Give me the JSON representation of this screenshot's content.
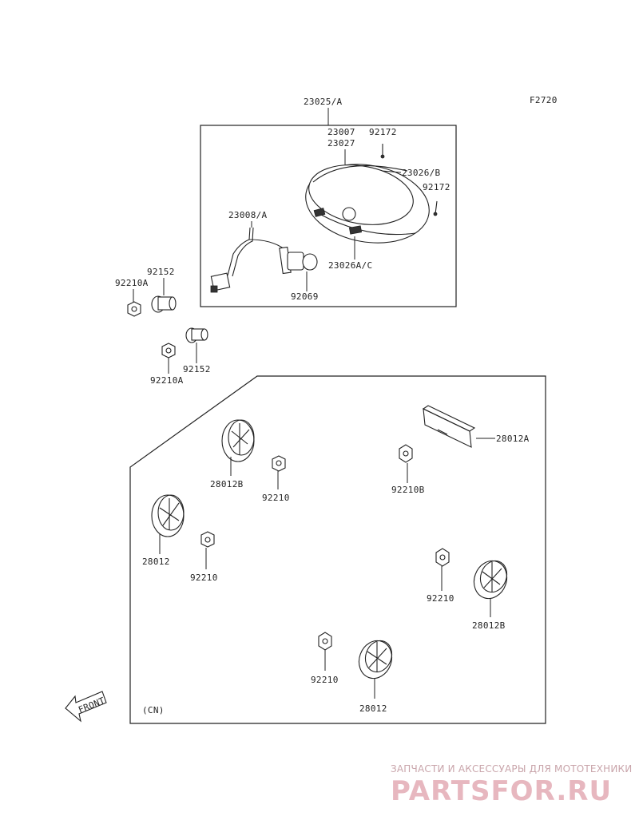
{
  "diagram_code": "F2720",
  "cn_note": "(CN)",
  "front_label": "FRONT",
  "parts": {
    "housing_assy": "23025/A",
    "rim_1": "23007",
    "rim_2": "23027",
    "screw_top": "92172",
    "housing_b": "23026/B",
    "screw_right": "92172",
    "socket": "23008/A",
    "bracket": "23026A/C",
    "bulb": "92069",
    "collar_upper": "92152",
    "nut_upper": "92210A",
    "nut_lower": "92210A",
    "collar_lower": "92152",
    "reflector_a": "28012A",
    "nut_b": "92210B",
    "reflector_b1": "28012B",
    "nut_1": "92210",
    "reflector_1": "28012",
    "nut_2": "92210",
    "nut_3": "92210",
    "reflector_b2": "28012B",
    "nut_4": "92210",
    "reflector_2": "28012"
  },
  "watermark": {
    "tagline": "ЗАПЧАСТИ И АКСЕССУАРЫ ДЛЯ МОТОТЕХНИКИ",
    "brand": "PARTSFOR.RU"
  }
}
